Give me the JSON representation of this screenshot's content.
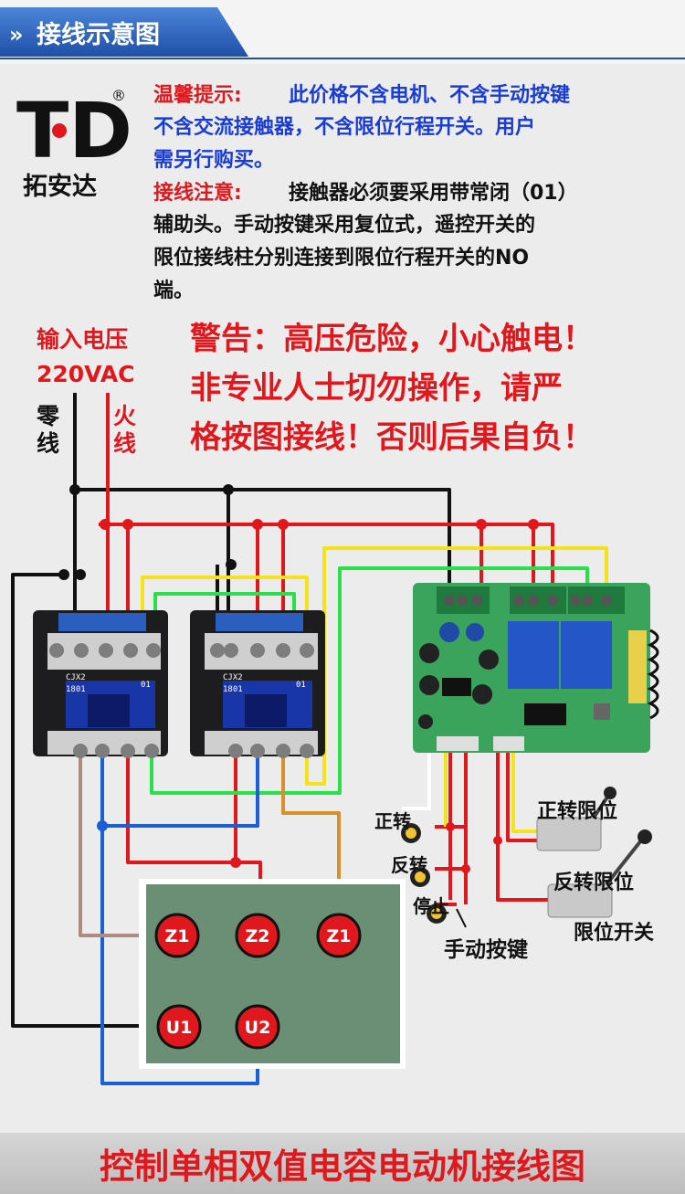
{
  "header": {
    "chevron": "»",
    "title": "接线示意图"
  },
  "logo": {
    "mark": "TD",
    "registered": "®",
    "name": "拓安达"
  },
  "notes": {
    "tip_label": "温馨提示:",
    "tip_lines": [
      "此价格不含电机、不含手动按键",
      "不含交流接触器，不含限位行程开关。用户",
      "需另行购买。"
    ],
    "wiring_label": "接线注意:",
    "wiring_lines": [
      "接触器必须要采用带常闭（01）",
      "辅助头。手动按键采用复位式，遥控开关的",
      "限位接线柱分别连接到限位行程开关的NO",
      "端。"
    ]
  },
  "input": {
    "label": "输入电压",
    "voltage": "220VAC",
    "neutral": "零线",
    "live": "火线"
  },
  "warning": {
    "lines": [
      "警告：高压危险，小心触电！",
      "非专业人士切勿操作，请严",
      "格按图接线！否则后果自负！"
    ]
  },
  "contactors": [
    {
      "model": "CJX2",
      "code": "1801",
      "aux": "01"
    },
    {
      "model": "CJX2",
      "code": "1801",
      "aux": "01"
    }
  ],
  "motor": {
    "terminals": [
      "Z1",
      "Z2",
      "Z1",
      "U1",
      "U2"
    ]
  },
  "buttons": {
    "forward": "正转",
    "reverse": "反转",
    "stop": "停止",
    "group": "手动按键"
  },
  "limits": {
    "forward": "正转限位",
    "reverse": "反转限位",
    "group": "限位开关"
  },
  "footer": {
    "title": "控制单相双值电容电动机接线图"
  },
  "colors": {
    "red": "#e0181d",
    "black": "#111111",
    "blue": "#1a5fd6",
    "yellow": "#f4e21a",
    "green": "#27e04a",
    "brown": "#b08a80",
    "orange": "#d8902a",
    "header": "#1f4fa8",
    "board": "#3aa35c",
    "motor": "#6b8f75",
    "notice_red": "#e0181d",
    "notice_blue": "#1a3cd6"
  }
}
